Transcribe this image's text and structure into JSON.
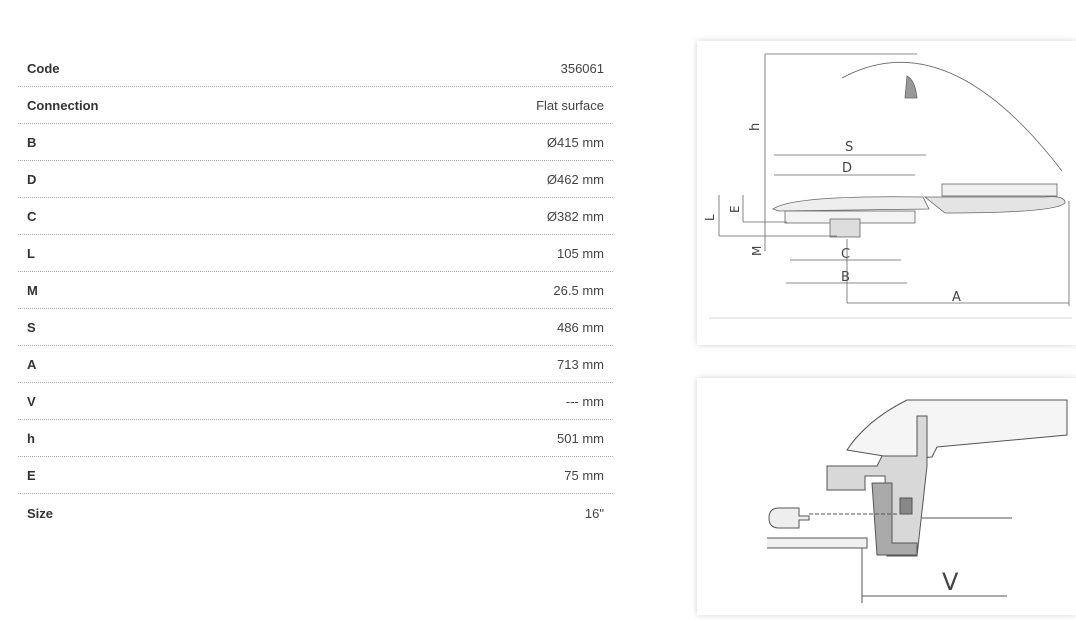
{
  "specs": [
    {
      "label": "Code",
      "value": "356061"
    },
    {
      "label": "Connection",
      "value": "Flat surface"
    },
    {
      "label": "B",
      "value": "Ø415 mm"
    },
    {
      "label": "D",
      "value": "Ø462 mm"
    },
    {
      "label": "C",
      "value": "Ø382 mm"
    },
    {
      "label": "L",
      "value": "105 mm"
    },
    {
      "label": "M",
      "value": "26.5 mm"
    },
    {
      "label": "S",
      "value": "486 mm"
    },
    {
      "label": "A",
      "value": "713 mm"
    },
    {
      "label": "V",
      "value": "--- mm"
    },
    {
      "label": "h",
      "value": "501 mm"
    },
    {
      "label": "E",
      "value": "75 mm"
    },
    {
      "label": "Size",
      "value": "16\""
    }
  ],
  "drawing1": {
    "h": "h",
    "S": "S",
    "D": "D",
    "L": "L",
    "E": "E",
    "M": "M",
    "C": "C",
    "B": "B",
    "A": "A"
  },
  "drawing2": {
    "V": "V"
  }
}
